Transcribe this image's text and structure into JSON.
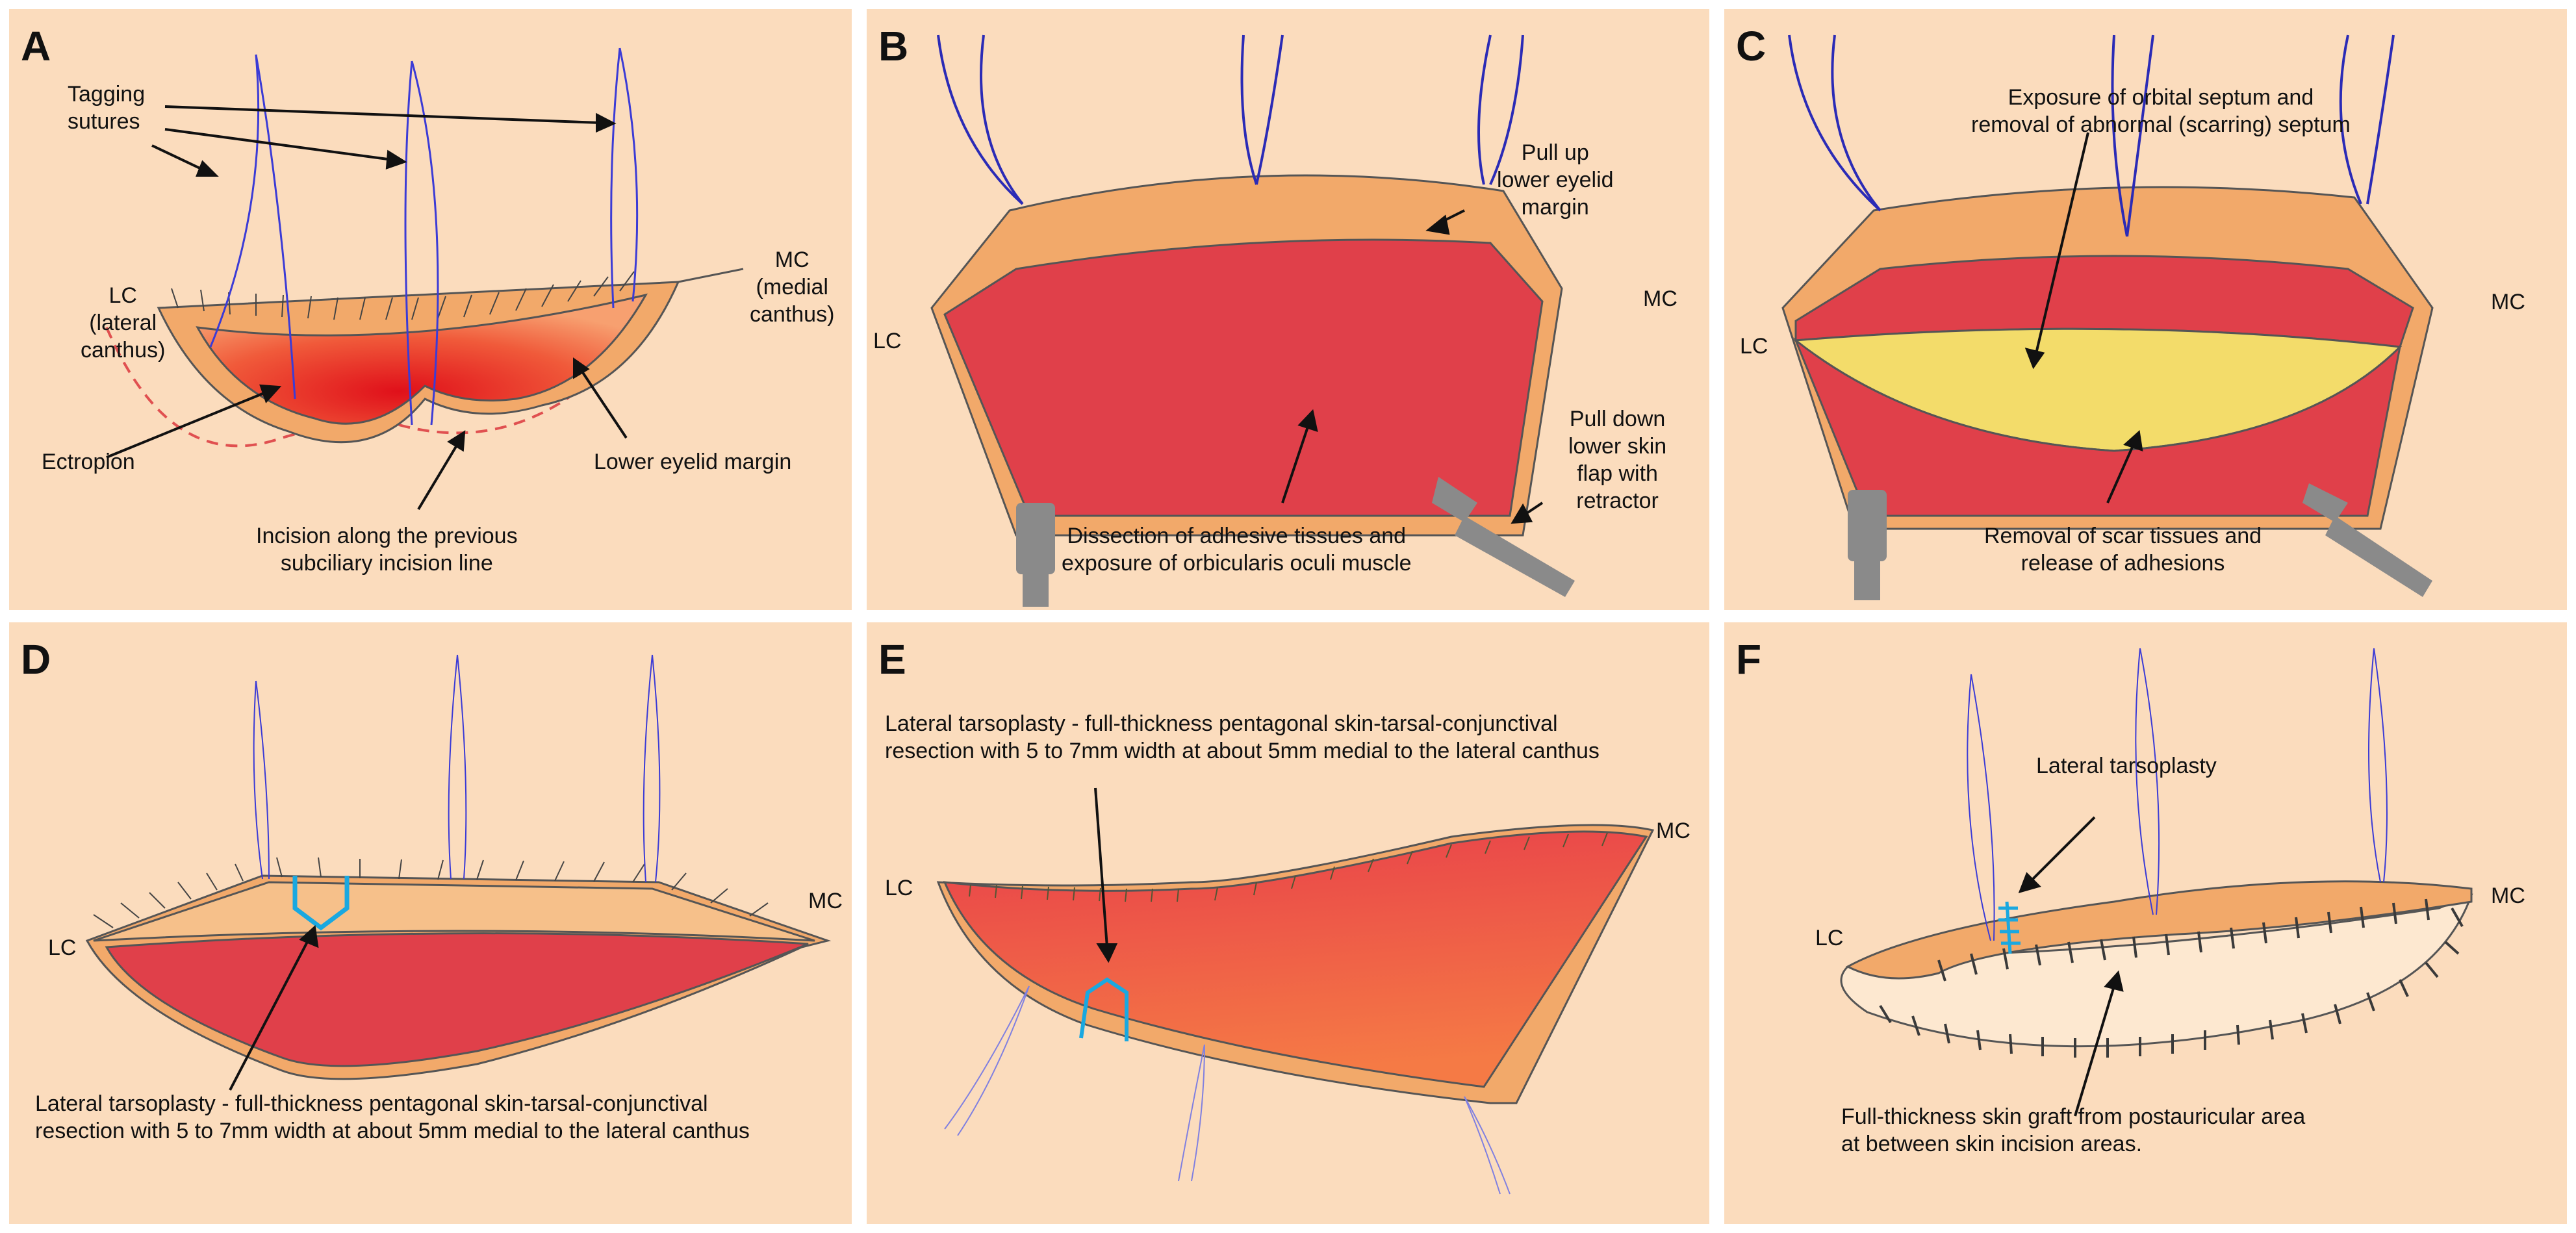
{
  "panels": {
    "A": {
      "letter": "A",
      "tagging": "Tagging\nsutures",
      "lc": "LC\n(lateral\ncanthus)",
      "mc": "MC\n(medial\ncanthus)",
      "ectropion": "Ectropion",
      "lower_margin": "Lower eyelid margin",
      "incision": "Incision along the previous\nsubciliary incision line"
    },
    "B": {
      "letter": "B",
      "pull_up": "Pull up\nlower eyelid\nmargin",
      "lc": "LC",
      "mc": "MC",
      "pull_down": "Pull down\nlower skin\nflap with\nretractor",
      "dissection": "Dissection of adhesive tissues and\nexposure of orbicularis oculi muscle"
    },
    "C": {
      "letter": "C",
      "exposure": "Exposure of orbital septum and\nremoval of abnormal (scarring) septum",
      "lc": "LC",
      "mc": "MC",
      "removal": "Removal of scar tissues and\nrelease of adhesions"
    },
    "D": {
      "letter": "D",
      "lc": "LC",
      "mc": "MC",
      "tarsoplasty": "Lateral tarsoplasty - full-thickness pentagonal skin-tarsal-conjunctival\nresection with 5 to 7mm width at about 5mm medial to the lateral canthus"
    },
    "E": {
      "letter": "E",
      "tarsoplasty": "Lateral tarsoplasty - full-thickness pentagonal skin-tarsal-conjunctival\nresection with 5 to 7mm width at about 5mm medial to the lateral canthus",
      "lc": "LC",
      "mc": "MC"
    },
    "F": {
      "letter": "F",
      "tarsoplasty": "Lateral tarsoplasty",
      "lc": "LC",
      "mc": "MC",
      "graft": "Full-thickness skin graft from postauricular area\nat between skin incision areas."
    }
  },
  "colors": {
    "panel_bg": "#fbdcbd",
    "skin": "#f2a96a",
    "muscle": "#e0404a",
    "septum": "#f3dc6a",
    "suture": "#3b3bd6",
    "pentagon": "#1aa8e0",
    "graft": "#fde8d0",
    "retractor": "#8a8a8a"
  }
}
